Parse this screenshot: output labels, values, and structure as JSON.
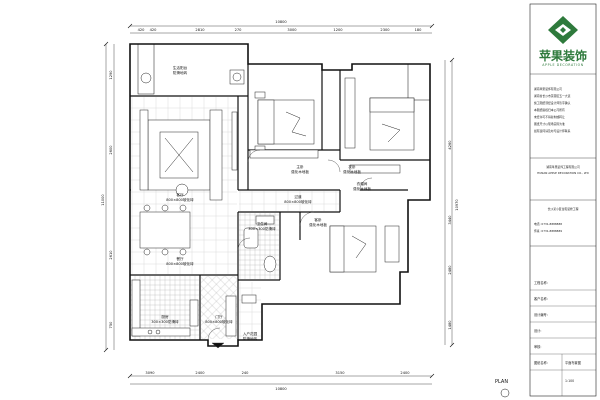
{
  "drawing": {
    "overall_top": "10800",
    "overall_bottom": "10800",
    "overall_left": "11000",
    "overall_right": "10970",
    "top_dims": [
      "420",
      "420",
      "2810",
      "270",
      "3000",
      "1200",
      "2300",
      "180"
    ],
    "bottom_dims": [
      "3090",
      "2400",
      "240",
      "3150",
      "2400"
    ],
    "left_dims": [
      "1290",
      "2600",
      "2610",
      "750"
    ],
    "right_dims": [
      "4260",
      "3440",
      "2480",
      "1480"
    ],
    "rooms": [
      {
        "name": "生活阳台",
        "spec": "防滑地砖"
      },
      {
        "name": "客厅",
        "spec": "800×800玻化砖"
      },
      {
        "name": "主卧",
        "spec": "强化木地板"
      },
      {
        "name": "次卧",
        "spec": "强化木地板"
      },
      {
        "name": "过道",
        "spec": "800×800玻化砖"
      },
      {
        "name": "衣帽间",
        "spec": "强化木地板"
      },
      {
        "name": "卫生间",
        "spec": "300×300防滑砖"
      },
      {
        "name": "客卧",
        "spec": "强化木地板"
      },
      {
        "name": "餐厅",
        "spec": "800×800玻化砖"
      },
      {
        "name": "厨房",
        "spec": "300×300防滑砖"
      },
      {
        "name": "门厅",
        "spec": "800×800玻化砖"
      },
      {
        "name": "入户花园",
        "spec": "防滑地砖"
      }
    ],
    "plan_label": "PLAN"
  },
  "title_block": {
    "brand": "苹果装饰",
    "brand_sub": "APPLE DECORATION",
    "notes": [
      "湖南苹果装饰有限公司",
      "湖南省长沙市芙蓉区五一大道",
      "施工图纸须经设计师签字确认",
      "本图纸版权归本公司所有",
      "未经许可不得复制或转让",
      "图纸尺寸以现场实际为准",
      "如有疑问请及时与设计师联系"
    ],
    "company_cn": "湖南苹果装饰工程有限公司",
    "company_en": "HUNAN APPLE DECORATION CO., LTD",
    "project": "长沙某小区住宅装修工程",
    "contacts": [
      "电话: 0731-8888888",
      "传真: 0731-8888889"
    ],
    "fields": [
      "工程名称:",
      "客户名称:",
      "设计编号:",
      "设计:",
      "审核:",
      "图纸名称:"
    ],
    "sheet": "平面布置图",
    "scale": "1:100"
  }
}
